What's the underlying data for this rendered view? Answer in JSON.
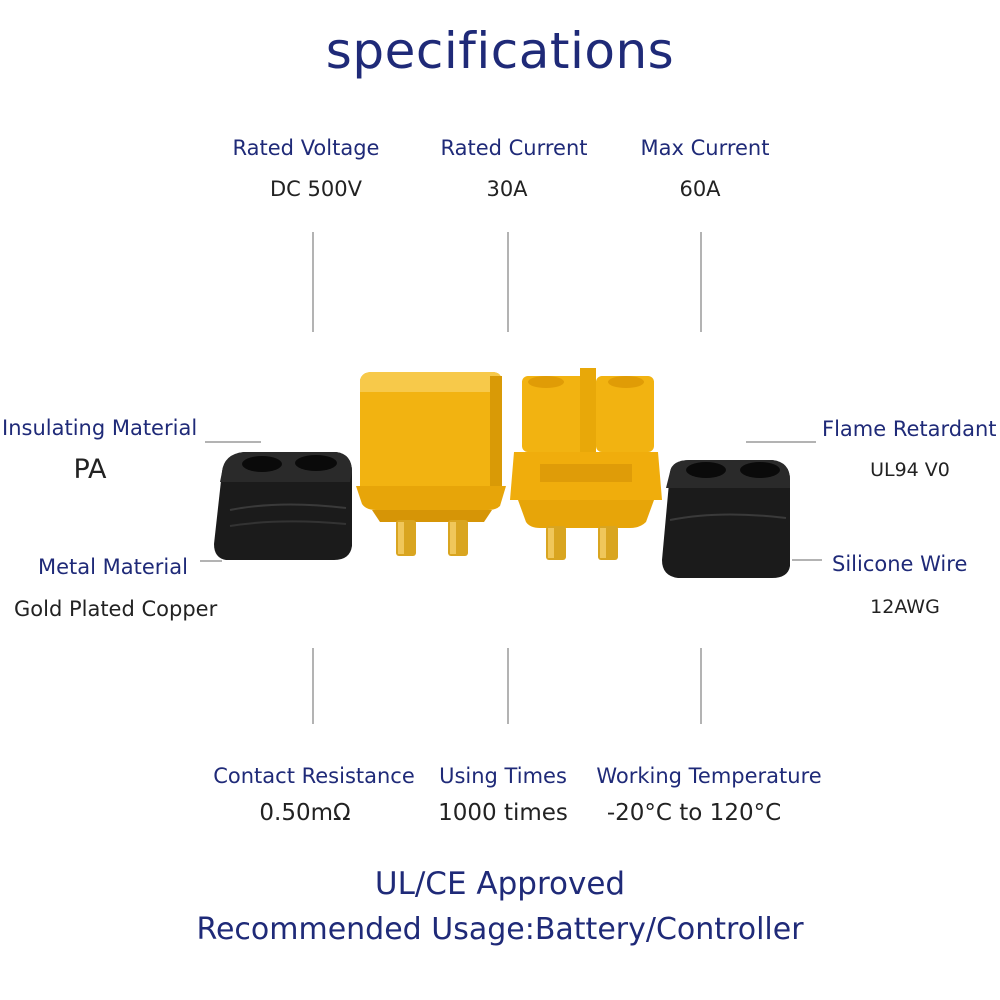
{
  "title": "specifications",
  "specs": {
    "rated_voltage": {
      "label": "Rated Voltage",
      "value": "DC 500V"
    },
    "rated_current": {
      "label": "Rated Current",
      "value": "30A"
    },
    "max_current": {
      "label": "Max Current",
      "value": "60A"
    },
    "insulating_material": {
      "label": "Insulating Material",
      "value": "PA"
    },
    "flame_retardant": {
      "label": "Flame Retardant",
      "value": "UL94 V0"
    },
    "metal_material": {
      "label": "Metal Material",
      "value": "Gold Plated Copper"
    },
    "silicone_wire": {
      "label": "Silicone Wire",
      "value": "12AWG"
    },
    "contact_resistance": {
      "label": "Contact Resistance",
      "value": "0.50mΩ"
    },
    "using_times": {
      "label": "Using Times",
      "value": "1000 times"
    },
    "working_temperature": {
      "label": "Working Temperature",
      "value": "-20°C to 120°C"
    }
  },
  "footer": {
    "approval": "UL/CE Approved",
    "usage": "Recommended Usage:Battery/Controller"
  },
  "colors": {
    "heading": "#1f2a78",
    "value_text": "#222222",
    "connector_yellow": "#f2b311",
    "cap_black": "#1b1b1b",
    "pin_gold": "#d9a520"
  }
}
